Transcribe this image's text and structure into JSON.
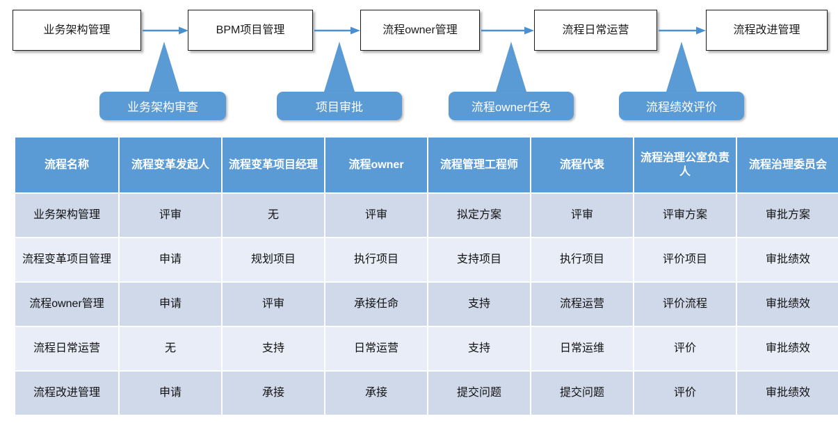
{
  "colors": {
    "accent_blue": "#5B9BD5",
    "row_odd": "#CFD9EA",
    "row_even": "#E8EDF7",
    "box_border": "#1a1a1a",
    "box_fill": "#ffffff",
    "text_dark": "#111111",
    "text_light": "#ffffff"
  },
  "flow": {
    "stages": [
      {
        "label": "业务架构管理"
      },
      {
        "label": "BPM项目管理"
      },
      {
        "label": "流程owner管理"
      },
      {
        "label": "流程日常运营"
      },
      {
        "label": "流程改进管理"
      }
    ],
    "arrows": [
      {
        "name": "arrow-1"
      },
      {
        "name": "arrow-2"
      },
      {
        "name": "arrow-3"
      },
      {
        "name": "arrow-4"
      }
    ],
    "gates": [
      {
        "label": "业务架构审查"
      },
      {
        "label": "项目审批"
      },
      {
        "label": "流程owner任免"
      },
      {
        "label": "流程绩效评价"
      }
    ]
  },
  "table": {
    "headers": [
      "流程名称",
      "流程变革发起人",
      "流程变革项目经理",
      "流程owner",
      "流程管理工程师",
      "流程代表",
      "流程治理公室负责人",
      "流程治理委员会"
    ],
    "rows": [
      {
        "name": "业务架构管理",
        "cells": [
          "评审",
          "无",
          "评审",
          "拟定方案",
          "评审",
          "评审方案",
          "审批方案"
        ]
      },
      {
        "name": "流程变革项目管理",
        "cells": [
          "申请",
          "规划项目",
          "执行项目",
          "支持项目",
          "执行项目",
          "评价项目",
          "审批绩效"
        ]
      },
      {
        "name": "流程owner管理",
        "cells": [
          "申请",
          "评审",
          "承接任命",
          "支持",
          "流程运营",
          "评价流程",
          "审批绩效"
        ]
      },
      {
        "name": "流程日常运营",
        "cells": [
          "无",
          "支持",
          "日常运营",
          "支持",
          "日常运维",
          "评价",
          "审批绩效"
        ]
      },
      {
        "name": "流程改进管理",
        "cells": [
          "申请",
          "承接",
          "承接",
          "提交问题",
          "提交问题",
          "评价",
          "审批绩效"
        ]
      }
    ]
  }
}
